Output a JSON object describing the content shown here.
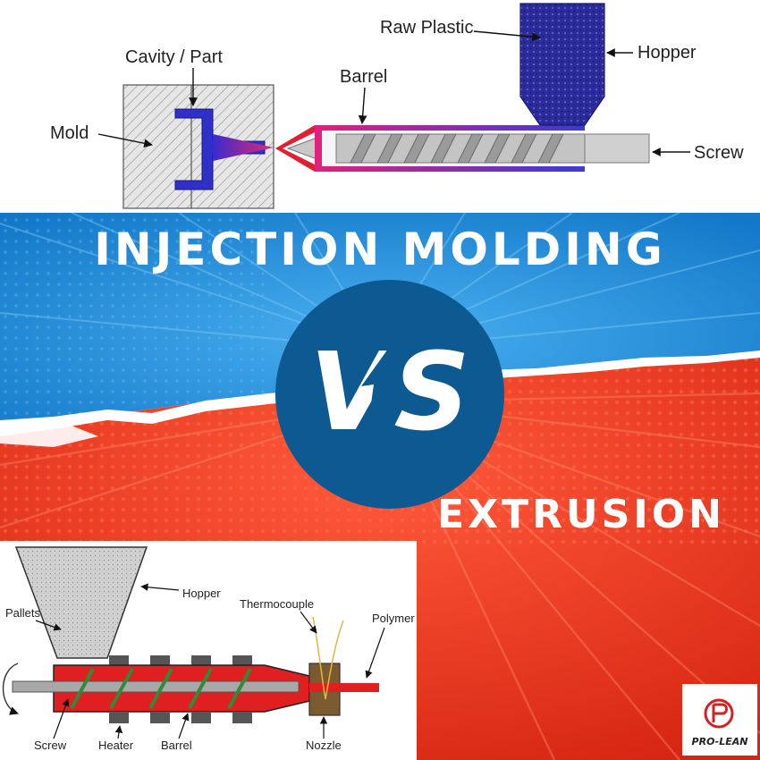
{
  "headline": {
    "top": "INJECTION MOLDING",
    "vs": "VS",
    "bottom": "EXTRUSION"
  },
  "injection_diagram": {
    "labels": {
      "raw_plastic": "Raw Plastic",
      "hopper": "Hopper",
      "cavity_part": "Cavity / Part",
      "barrel": "Barrel",
      "mold": "Mold",
      "screw": "Screw"
    }
  },
  "extrusion_diagram": {
    "labels": {
      "hopper": "Hopper",
      "pallets": "Pallets",
      "thermocouple": "Thermocouple",
      "polymer": "Polymer",
      "screw": "Screw",
      "heater": "Heater",
      "barrel": "Barrel",
      "nozzle": "Nozzle"
    }
  },
  "logo": {
    "text": "PRO-LEAN"
  },
  "colors": {
    "blue_bg": "#1d8fd8",
    "red_bg": "#e8321f",
    "vs_circle": "#0d5a93",
    "hopper_blue": "#2a2aa0",
    "barrel_red": "#e02020",
    "screw_grey": "#a8a8a8",
    "flight_green": "#2e8b3a",
    "nozzle_brown": "#7a5a2e"
  }
}
